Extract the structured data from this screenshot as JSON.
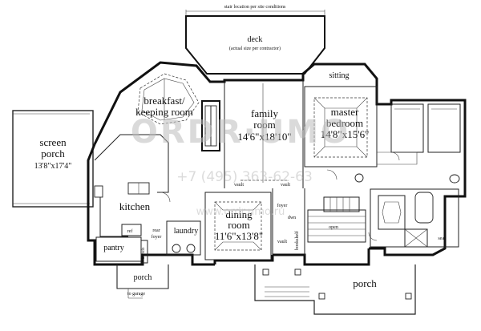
{
  "top_note": "stair location per site conditions",
  "rooms": {
    "deck": {
      "name": "deck",
      "note": "(actual size per contractor)"
    },
    "sitting": {
      "name": "sitting"
    },
    "breakfast": {
      "line1": "breakfast/",
      "line2": "keeping room"
    },
    "family": {
      "line1": "family",
      "line2": "room",
      "dims": "14'6\"x18'10\""
    },
    "master": {
      "line1": "master",
      "line2": "bedroom",
      "dims": "14'8\"x15'6\""
    },
    "screen_porch": {
      "line1": "screen",
      "line2": "porch",
      "dims": "13'8\"x17'4\""
    },
    "kitchen": {
      "name": "kitchen"
    },
    "dining": {
      "line1": "dining",
      "line2": "room",
      "dims": "11'6\"x13'8\""
    },
    "pantry": {
      "name": "pantry"
    },
    "laundry": {
      "name": "laundry"
    },
    "porch_main": {
      "name": "porch"
    },
    "porch_small": {
      "name": "porch"
    }
  },
  "small_labels": {
    "vault_a": "vault",
    "vault_b": "vault",
    "vault_c": "vault",
    "foyer": "foyer",
    "dwn": "dwn",
    "rear_foyer_1": "rear",
    "rear_foyer_2": "foyer",
    "ref": "ref",
    "open": "open",
    "seat": "seat",
    "bench": "bench",
    "to_garage": "to garage",
    "bookshelf": "bookshelf"
  },
  "watermark": {
    "brand": "ORDR·UMO",
    "phone": "+7 (495) 363-62-63",
    "site": "www.ordr.umo.ru"
  }
}
